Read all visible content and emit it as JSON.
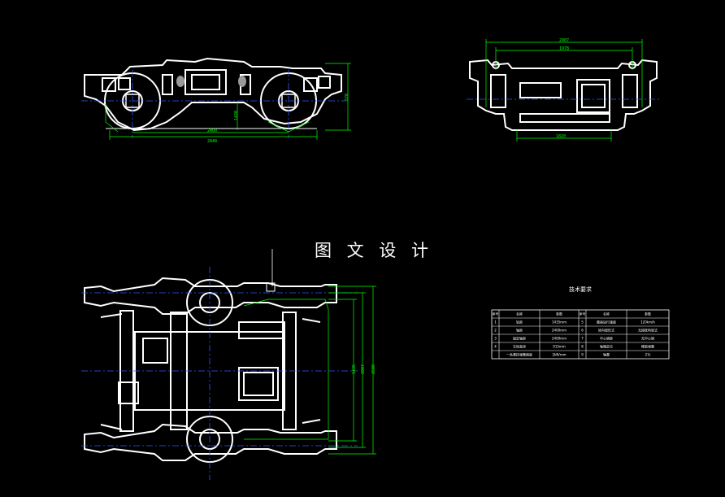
{
  "watermark": "图 文 设 计",
  "colors": {
    "background": "#000000",
    "outline": "#ffffff",
    "dimension": "#00ff00",
    "centerline": "#3355ff",
    "title": "#ffffff"
  },
  "side_view": {
    "dim_length": "2840",
    "dim_wheelbase": "2400",
    "dim_height": "870",
    "dim_axle": "1420"
  },
  "end_view": {
    "dim_top_outer": "2907",
    "dim_top_inner": "1978",
    "dim_bottom": "1820"
  },
  "plan_view": {
    "dim_inner": "1435",
    "dim_mid": "2007",
    "dim_outer": "2600"
  },
  "tech_table": {
    "title": "技术要求",
    "headers": [
      "序号",
      "名称",
      "参数",
      "序号",
      "名称",
      "参数"
    ],
    "rows": [
      [
        "1",
        "轨距",
        "1435mm",
        "5",
        "最高运行速度",
        "120km/h"
      ],
      [
        "2",
        "轴距",
        "2400mm",
        "6",
        "转向架形式",
        "无摇枕构架式"
      ],
      [
        "3",
        "固定轴距",
        "2400mm",
        "7",
        "中心销距",
        "无中心销"
      ],
      [
        "4",
        "车轮直径",
        "915mm",
        "8",
        "轴箱定位",
        "橡胶弹簧"
      ],
      [
        "",
        "一系悬挂弹簧刚度",
        "2kN/mm",
        "9",
        "轴重",
        "21t"
      ]
    ]
  }
}
